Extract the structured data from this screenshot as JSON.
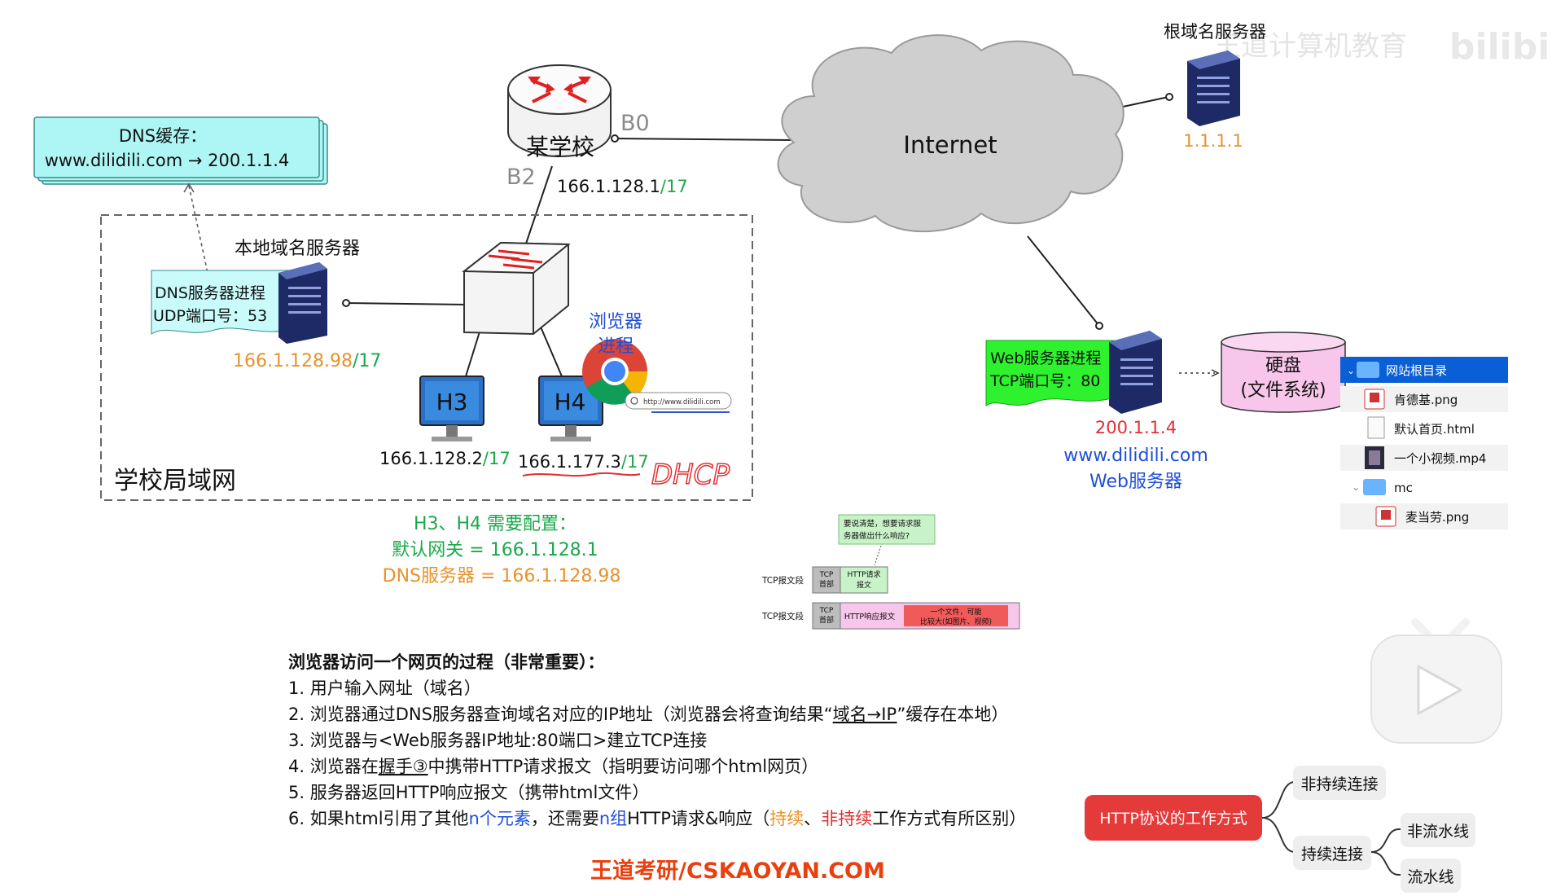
{
  "colors": {
    "green": "#1aa84a",
    "orange": "#e8922a",
    "blue": "#1f4fd8",
    "red": "#e03030",
    "gray": "#8a8a8a",
    "dns_cache_bg": "#aef6f6",
    "dns_proc_bg": "#c9fbfb",
    "web_proc_bg": "#2ef22e",
    "disk_bg": "#f8c6ea",
    "http_box": "#e53a3a"
  },
  "dns_cache": {
    "title": "DNS缓存：",
    "entry": "www.dilidili.com → 200.1.1.4"
  },
  "router": {
    "name": "某学校",
    "port_b0": "B0",
    "port_b2": "B2",
    "ip": "166.1.128.1",
    "mask": "/17"
  },
  "internet": {
    "label": "Internet"
  },
  "root_dns": {
    "title": "根域名服务器",
    "ip": "1.1.1.1"
  },
  "watermark": {
    "text1": "王道计算机教育",
    "text2": "bilibili"
  },
  "local_dns": {
    "title": "本地域名服务器",
    "proc_line1": "DNS服务器进程",
    "proc_line2": "UDP端口号：53",
    "ip": "166.1.128.98",
    "mask": "/17"
  },
  "lan": {
    "label": "学校局域网"
  },
  "browser_label": {
    "line1": "浏览器",
    "line2": "进程",
    "url": "http://www.dilidili.com"
  },
  "h3": {
    "name": "H3",
    "ip": "166.1.128.2",
    "mask": "/17"
  },
  "h4": {
    "name": "H4",
    "ip": "166.1.177.3",
    "mask": "/17",
    "dhcp": "DHCP"
  },
  "config": {
    "title": "H3、H4 需要配置：",
    "gateway": "默认网关 = 166.1.128.1",
    "dns": "DNS服务器 = 166.1.128.98"
  },
  "web_server": {
    "proc_line1": "Web服务器进程",
    "proc_line2": "TCP端口号：80",
    "ip": "200.1.1.4",
    "domain": "www.dilidili.com",
    "label": "Web服务器"
  },
  "disk": {
    "line1": "硬盘",
    "line2": "(文件系统)"
  },
  "file_tree": {
    "root": "网站根目录",
    "items": [
      "肯德基.png",
      "默认首页.html",
      "一个小视频.mp4",
      "mc",
      "麦当劳.png"
    ]
  },
  "tcp_diagram": {
    "note_line1": "要说清楚，想要请求服",
    "note_line2": "务器做出什么响应?",
    "seg_label": "TCP报文段",
    "tcp_head_1": "TCP",
    "tcp_head_2": "首部",
    "http_req_1": "HTTP请求",
    "http_req_2": "报文",
    "http_resp": "HTTP响应报文",
    "file_note_1": "一个文件，可能",
    "file_note_2": "比较大(如图片、视频)"
  },
  "steps": {
    "title": "浏览器访问一个网页的过程（非常重要）：",
    "s1": "1. 用户输入网址（域名）",
    "s2_a": "2. 浏览器通过DNS服务器查询域名对应的IP地址（浏览器会将查询结果“",
    "s2_u": "域名→IP",
    "s2_b": "”缓存在本地）",
    "s3": "3. 浏览器与<Web服务器IP地址:80端口>建立TCP连接",
    "s4_a": "4. 浏览器在",
    "s4_u": "握手③",
    "s4_b": "中携带HTTP请求报文（指明要访问哪个html网页）",
    "s5": "5. 服务器返回HTTP响应报文（携带html文件）",
    "s6_a": "6. 如果html引用了其他",
    "s6_b": "n个元素",
    "s6_c": "，还需要",
    "s6_d": "n组",
    "s6_e": "HTTP请求&响应（",
    "s6_f": "持续",
    "s6_g": "、",
    "s6_h": "非持续",
    "s6_i": "工作方式有所区别）"
  },
  "http_modes": {
    "root": "HTTP协议的工作方式",
    "non_persistent": "非持续连接",
    "persistent": "持续连接",
    "non_pipeline": "非流水线",
    "pipeline": "流水线"
  },
  "footer": "王道考研/CSKAOYAN.COM"
}
